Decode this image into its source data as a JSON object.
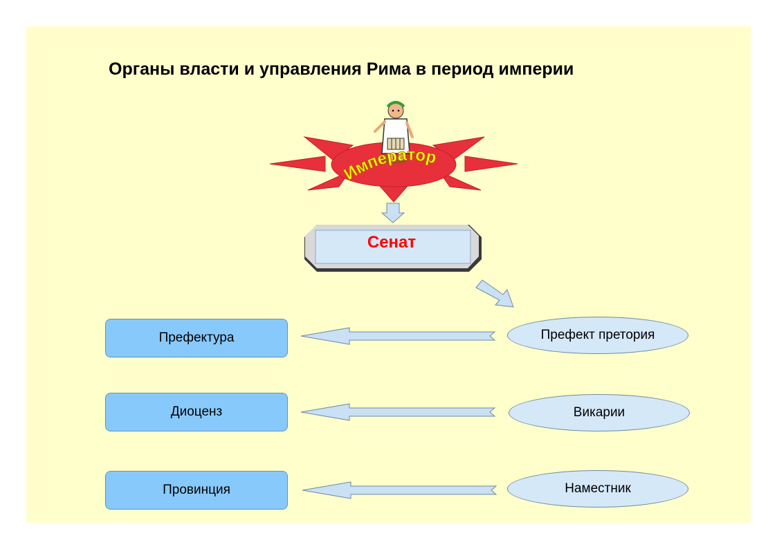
{
  "title": "Органы власти и управления Рима в период империи",
  "emperor_label": "Император",
  "senate_label": "Сенат",
  "left_boxes": [
    "Префектура",
    "Диоценз",
    "Провинция"
  ],
  "right_ovals": [
    "Префект претория",
    "Викарии",
    "Наместник"
  ],
  "colors": {
    "background": "#ffffcc",
    "sun_rays": "#e8303a",
    "sun_center": "#e8303a",
    "emperor_text": "#ffff00",
    "senate_text": "#ff0000",
    "rect_fill": "#88c9fc",
    "oval_fill": "#d4e8f8",
    "arrow_fill": "#c9e0f5"
  }
}
